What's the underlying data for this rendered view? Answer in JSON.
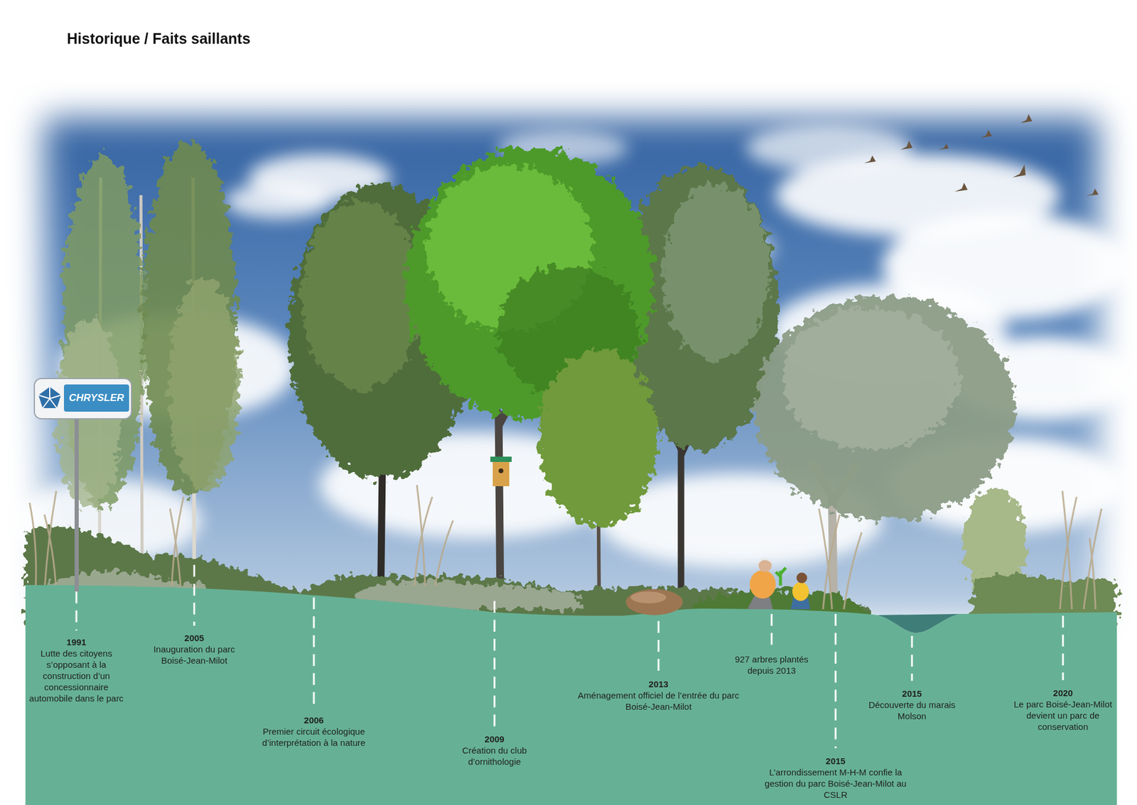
{
  "diagram": {
    "title": "Historique / Faits saillants",
    "labels": [
      "CHRYSLER",
      "1991",
      "Lutte des citoyens s’opposant à la construction d’un concessionnaire automobile dans le parc",
      "2005",
      "Inauguration du parc Boisé-Jean-Milot",
      "2006",
      "Premier circuit écologique d’interprétation à la nature",
      "2009",
      "Création du club d’ornithologie",
      "2013",
      "Aménagement officiel de l’entrée du parc Boisé-Jean-Milot",
      "927 arbres plantés depuis 2013",
      "2015",
      "L’arrondissement M-H-M confie la gestion du parc Boisé-Jean-Milot au CSLR",
      "2015",
      "Découverte du marais Molson",
      "2020",
      "Le parc Boisé-Jean-Milot devient un parc de conservation"
    ]
  }
}
